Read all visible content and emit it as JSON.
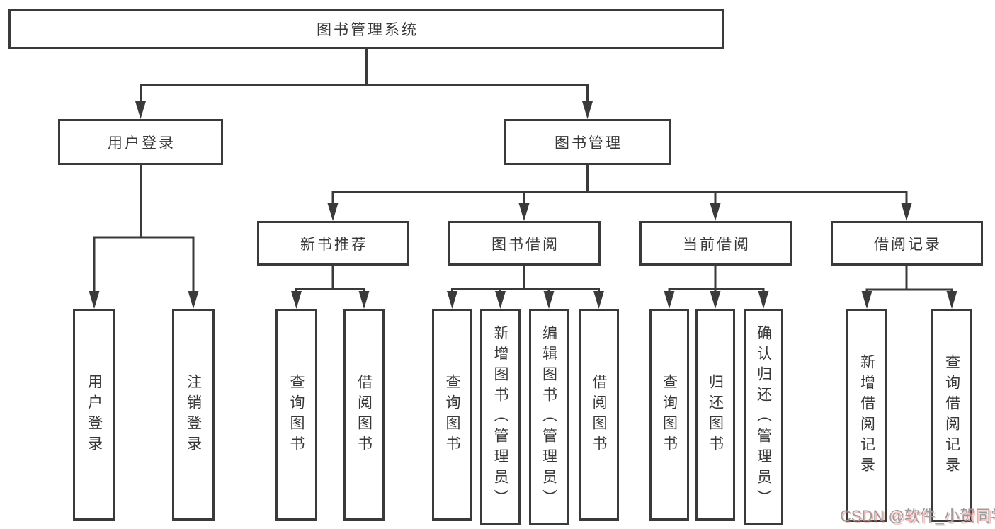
{
  "tree": {
    "label": "图书管理系统",
    "children": [
      {
        "label": "用户登录",
        "children": [
          {
            "label": "用户登录"
          },
          {
            "label": "注销登录"
          }
        ]
      },
      {
        "label": "图书管理",
        "children": [
          {
            "label": "新书推荐",
            "children": [
              {
                "label": "查询图书"
              },
              {
                "label": "借阅图书"
              }
            ]
          },
          {
            "label": "图书借阅",
            "children": [
              {
                "label": "查询图书"
              },
              {
                "label": "新增图书（管理员）"
              },
              {
                "label": "编辑图书（管理员）"
              },
              {
                "label": "借阅图书"
              }
            ]
          },
          {
            "label": "当前借阅",
            "children": [
              {
                "label": "查询图书"
              },
              {
                "label": "归还图书"
              },
              {
                "label": "确认归还（管理员）"
              }
            ]
          },
          {
            "label": "借阅记录",
            "children": [
              {
                "label": "新增借阅记录"
              },
              {
                "label": "查询借阅记录"
              }
            ]
          }
        ]
      }
    ]
  },
  "watermark": {
    "text": "CSDN @软件_小贺同学"
  },
  "colors": {
    "line": "#3a3a3a",
    "text": "#383838",
    "background": "#ffffff",
    "watermark": "#9c9c9c",
    "watermark_shadow": "#e97878"
  }
}
